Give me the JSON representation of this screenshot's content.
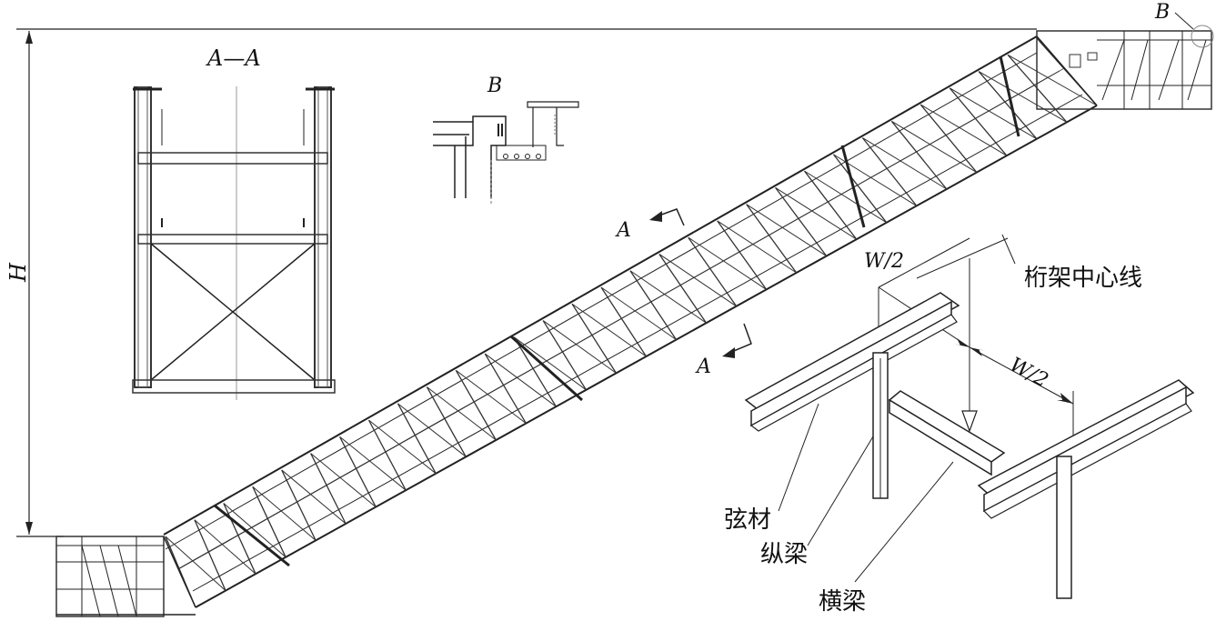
{
  "section_aa_label": "A—A",
  "detail_b_label": "B",
  "height_label": "H",
  "callout_b_label": "B",
  "cut_arrow_top_label": "A",
  "cut_arrow_bottom_label": "A",
  "w_half_label_1": "W/2",
  "w_half_label_2": "W/2",
  "truss_centerline_label": "桁架中心线",
  "chord_label": "弦材",
  "longitudinal_beam_label": "纵梁",
  "cross_beam_label": "横梁"
}
